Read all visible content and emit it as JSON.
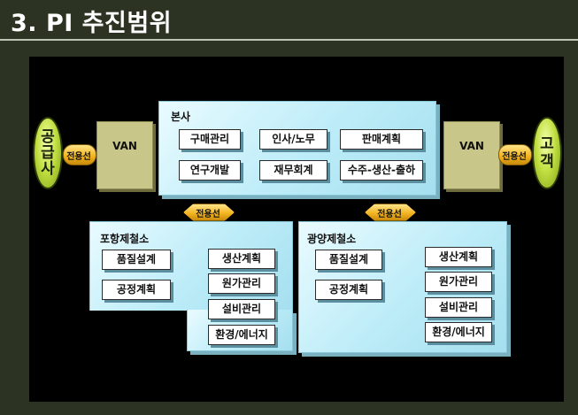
{
  "title": "3. PI 추진범위",
  "supplier": {
    "chars": [
      "공",
      "급",
      "사"
    ]
  },
  "customer": {
    "chars": [
      "고",
      "객"
    ]
  },
  "link_label": "전용선",
  "van_label": "VAN",
  "hq": {
    "title": "본사",
    "items": [
      "구매관리",
      "인사/노무",
      "판매계획",
      "연구개발",
      "재무회계",
      "수주-생산-출하"
    ]
  },
  "pohang": {
    "title": "포항제철소",
    "left_items": [
      "품질설계",
      "공정계획"
    ],
    "right_items": [
      "생산계획",
      "원가관리",
      "설비관리",
      "환경/에너지"
    ]
  },
  "gwangyang": {
    "title": "광양제철소",
    "left_items": [
      "품질설계",
      "공정계획"
    ],
    "right_items": [
      "생산계획",
      "원가관리",
      "설비관리",
      "환경/에너지"
    ]
  }
}
